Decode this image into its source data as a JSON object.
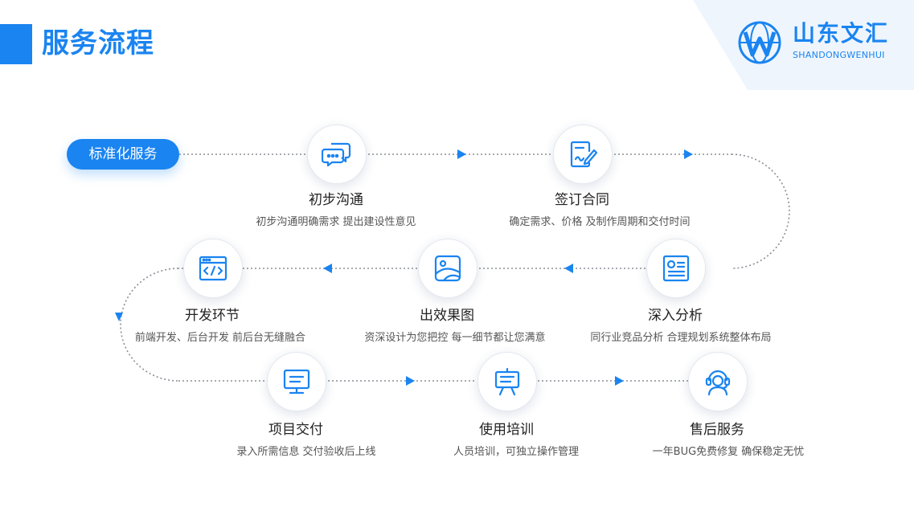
{
  "header": {
    "title": "服务流程",
    "brand_name": "山东文汇",
    "brand_sub": "SHANDONGWENHUI",
    "accent_color": "#1a84f0"
  },
  "flow": {
    "start_label": "标准化服务",
    "steps": [
      {
        "title": "初步沟通",
        "desc": "初步沟通明确需求 提出建设性意见",
        "icon": "chat-bubbles-icon"
      },
      {
        "title": "签订合同",
        "desc": "确定需求、价格 及制作周期和交付时间",
        "icon": "contract-sign-icon"
      },
      {
        "title": "深入分析",
        "desc": "同行业竞品分析 合理规划系统整体布局",
        "icon": "analysis-doc-icon"
      },
      {
        "title": "出效果图",
        "desc": "资深设计为您把控 每一细节都让您满意",
        "icon": "image-design-icon"
      },
      {
        "title": "开发环节",
        "desc": "前端开发、后台开发 前后台无缝融合",
        "icon": "code-window-icon"
      },
      {
        "title": "项目交付",
        "desc": "录入所需信息 交付验收后上线",
        "icon": "monitor-icon"
      },
      {
        "title": "使用培训",
        "desc": "人员培训，可独立操作管理",
        "icon": "training-board-icon"
      },
      {
        "title": "售后服务",
        "desc": "一年BUG免费修复 确保稳定无忧",
        "icon": "headset-support-icon"
      }
    ]
  }
}
